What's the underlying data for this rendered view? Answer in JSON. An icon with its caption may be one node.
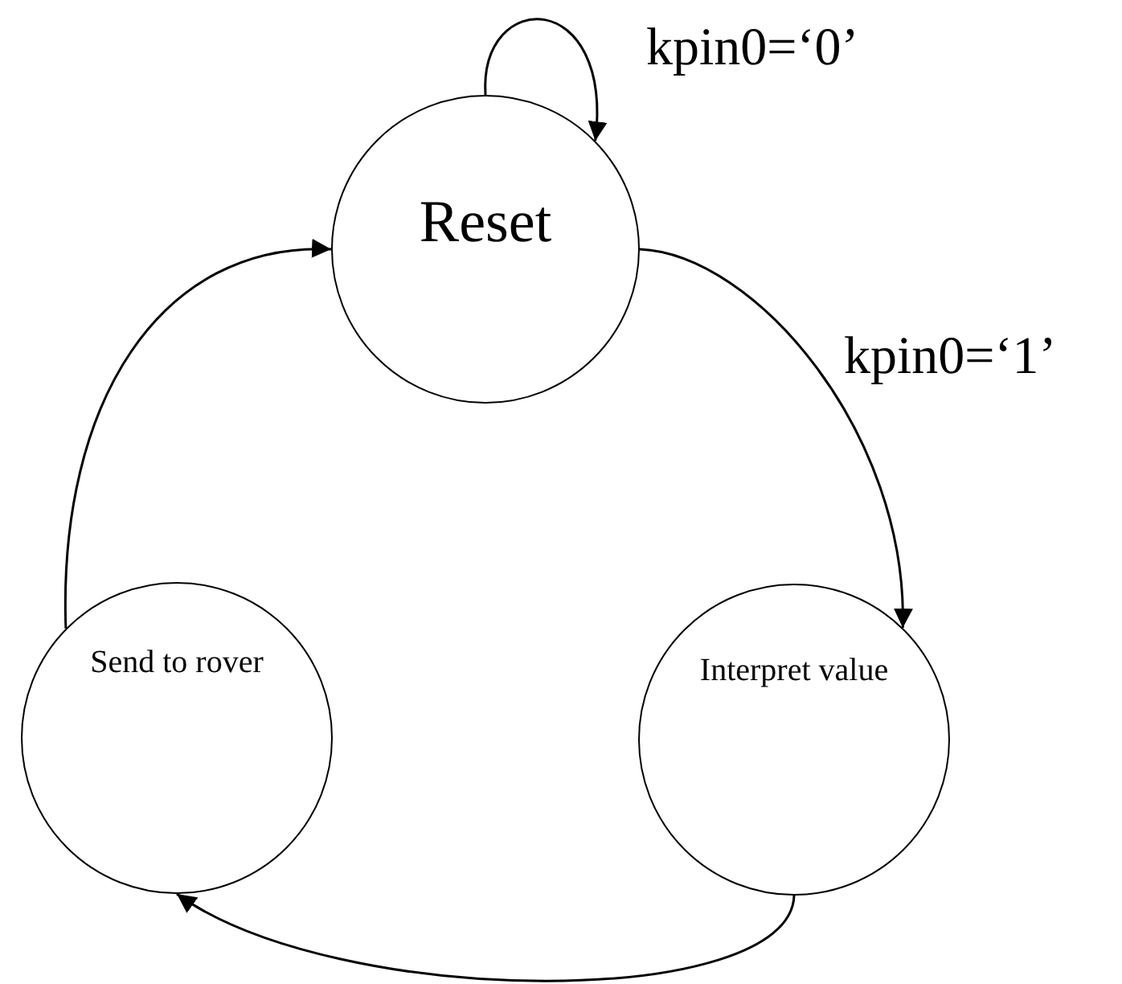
{
  "diagram": {
    "nodes": [
      {
        "text": [
          "Reset"
        ]
      },
      {
        "text": [
          "Interpret value"
        ]
      },
      {
        "text": [
          "Send to rover"
        ]
      }
    ],
    "edges": [
      {
        "from": 0,
        "to": 0,
        "arrow": "to",
        "label": "kpin0=‘0’"
      },
      {
        "from": 0,
        "to": 1,
        "arrow": "to",
        "label": "kpin0=‘1’"
      },
      {
        "from": 1,
        "to": 2,
        "arrow": "to"
      },
      {
        "from": 2,
        "to": 0,
        "arrow": "to"
      }
    ]
  }
}
